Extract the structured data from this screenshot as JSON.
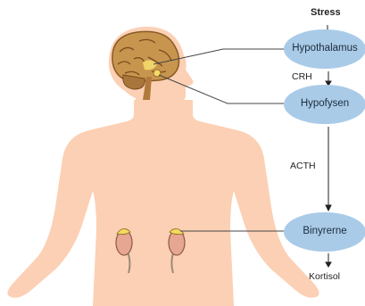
{
  "top_label": "Stress",
  "nodes": {
    "hypothalamus": "Hypothalamus",
    "hypofysen": "Hypofysen",
    "binyrerne": "Binyrerne"
  },
  "hormones": {
    "crh": "CRH",
    "acth": "ACTH",
    "kortisol": "Kortisol"
  },
  "colors": {
    "node_fill": "#a9cbe8",
    "body_skin": "#fcd0b4",
    "brain": "#c8954f",
    "kidney": "#e6a691",
    "adrenal": "#f2da63",
    "line": "#444444"
  }
}
